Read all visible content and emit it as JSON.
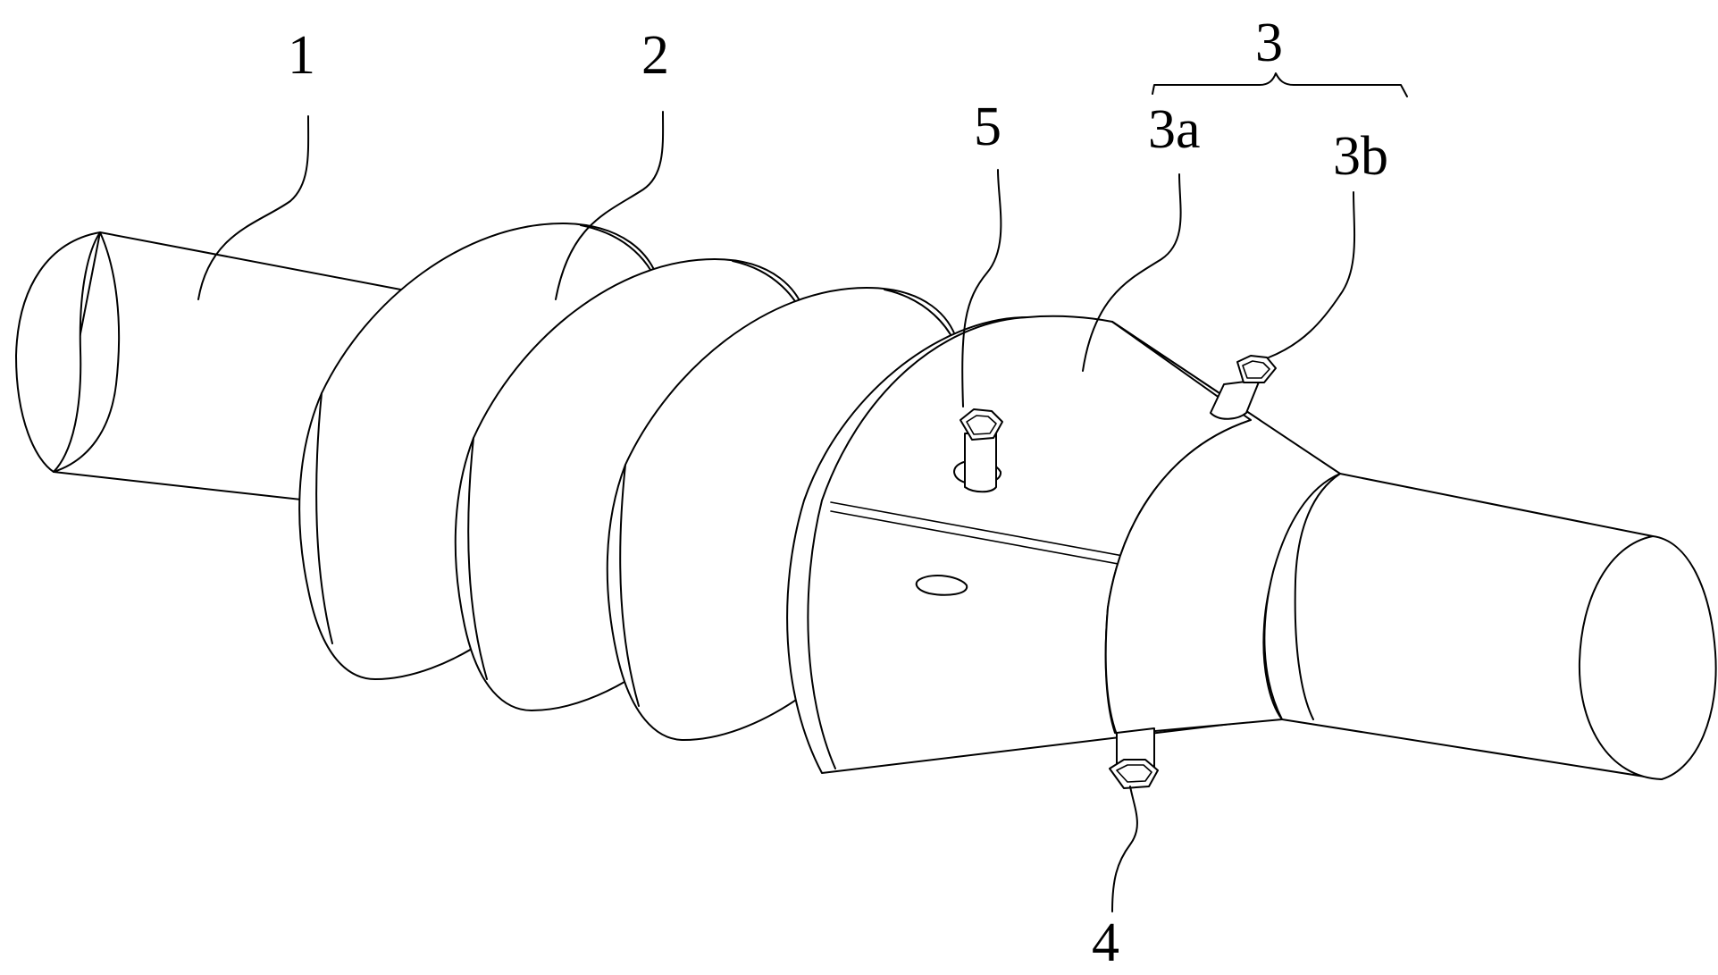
{
  "labels": {
    "shaft_left": "1",
    "helix": "2",
    "body": "3",
    "body_front": "3a",
    "body_rear": "3b",
    "nozzle_bottom": "4",
    "nozzle_top": "5"
  },
  "colors": {
    "line": "#000000",
    "background": "#ffffff"
  }
}
